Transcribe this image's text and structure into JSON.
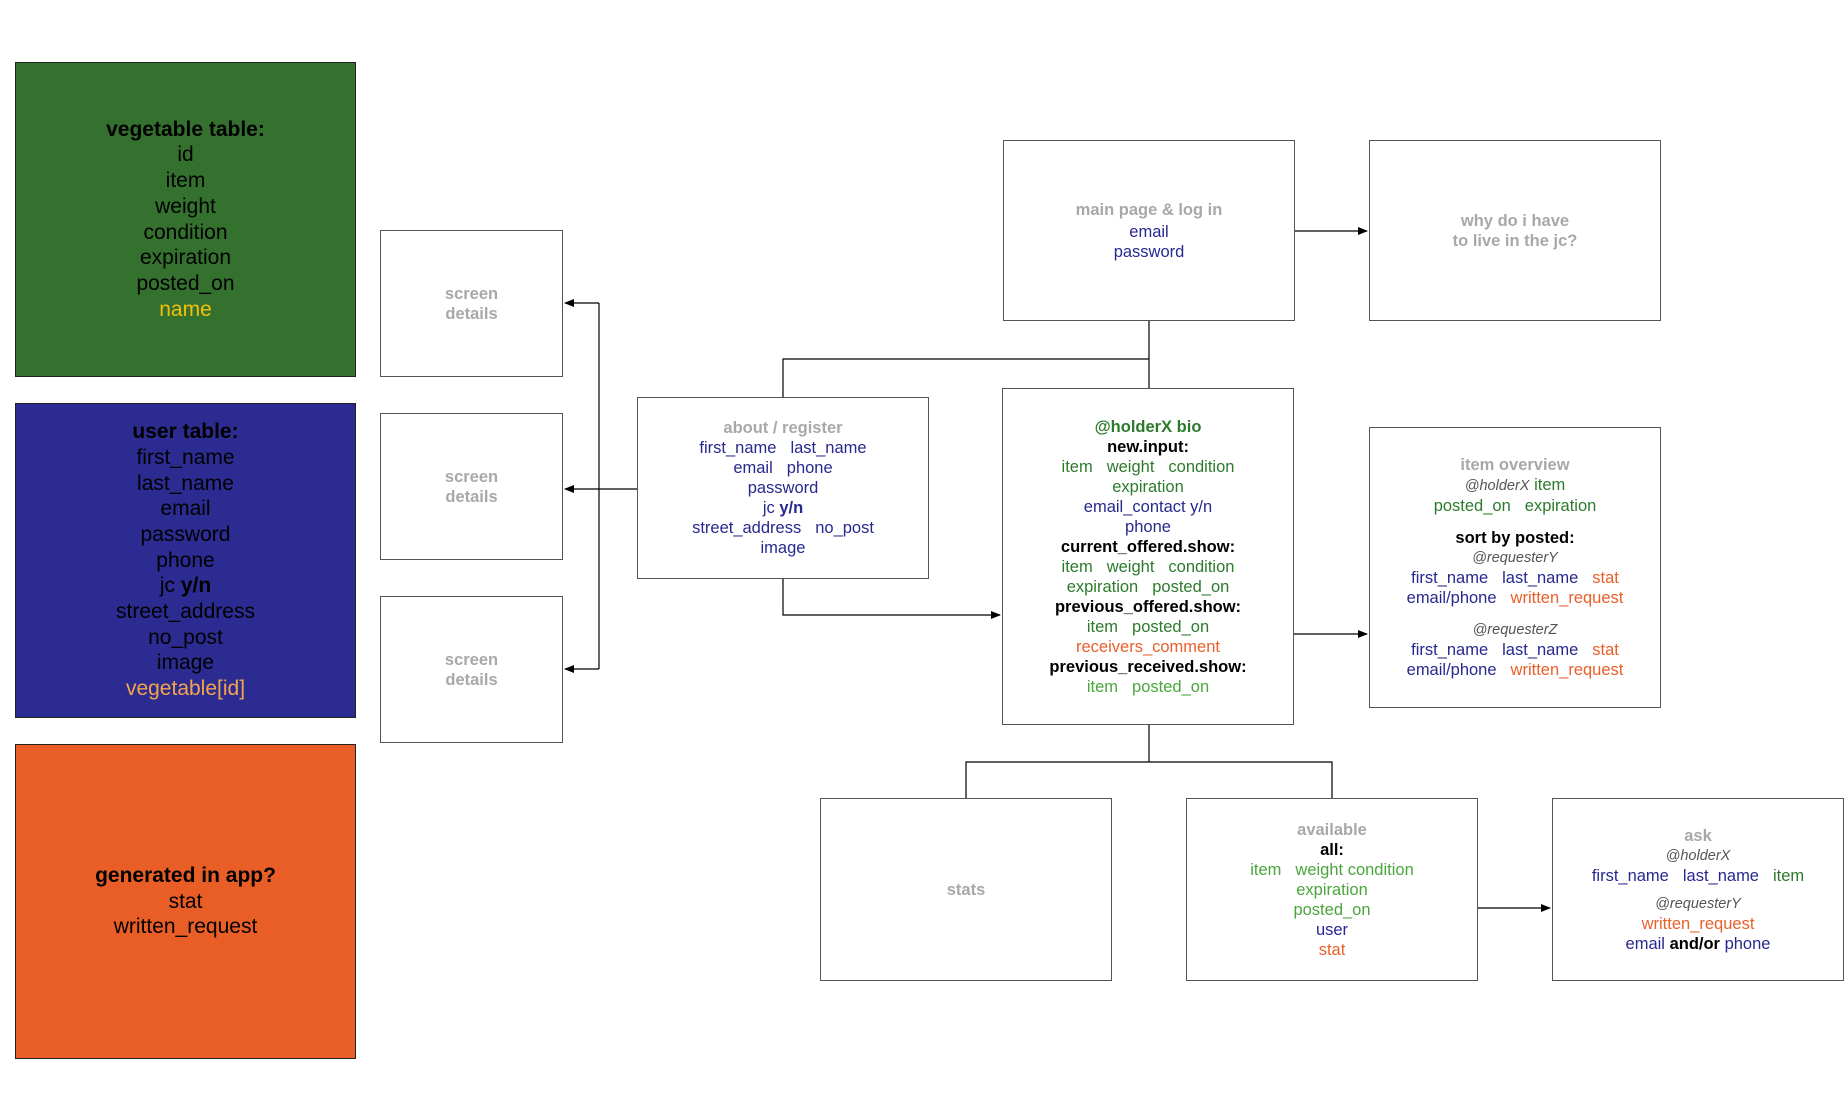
{
  "legend": {
    "vegetable": {
      "title": "vegetable table:",
      "fields": [
        "id",
        "item",
        "weight",
        "condition",
        "expiration",
        "posted_on"
      ],
      "extra": "name",
      "color": "#34712e"
    },
    "user": {
      "title": "user table:",
      "fields": [
        "first_name",
        "last_name",
        "email",
        "password",
        "phone"
      ],
      "jc": "jc",
      "jc_yn": "y/n",
      "fields2": [
        "street_address",
        "no_post",
        "image"
      ],
      "extra": "vegetable[id]",
      "color": "#2b2b91"
    },
    "generated": {
      "title": "generated in app?",
      "fields": [
        "stat",
        "written_request"
      ],
      "color": "#e95e26"
    }
  },
  "screens": [
    {
      "line1": "screen",
      "line2": "details"
    },
    {
      "line1": "screen",
      "line2": "details"
    },
    {
      "line1": "screen",
      "line2": "details"
    }
  ],
  "main": {
    "title": "main page & log in",
    "email": "email",
    "password": "password"
  },
  "why": {
    "line1": "why do i have",
    "line2": "to live in the jc?"
  },
  "about": {
    "title": "about / register",
    "first_name": "first_name",
    "last_name": "last_name",
    "email": "email",
    "phone": "phone",
    "password": "password",
    "jc": "jc",
    "jc_yn": "y/n",
    "street_address": "street_address",
    "no_post": "no_post",
    "image": "image"
  },
  "bio": {
    "title": "@holderX bio",
    "new_input": "new.input:",
    "item": "item",
    "weight": "weight",
    "condition": "condition",
    "expiration": "expiration",
    "email_contact": "email_contact y/n",
    "phone": "phone",
    "current": "current_offered.show:",
    "c_item": "item",
    "c_weight": "weight",
    "c_condition": "condition",
    "c_expiration": "expiration",
    "c_posted_on": "posted_on",
    "previous": "previous_offered.show:",
    "p_item": "item",
    "p_posted_on": "posted_on",
    "p_comment": "receivers_comment",
    "received": "previous_received.show:",
    "r_item": "item",
    "r_posted_on": "posted_on"
  },
  "overview": {
    "title": "item overview",
    "holder": "@holderX",
    "item": "item",
    "posted_on": "posted_on",
    "expiration": "expiration",
    "sort": "sort by posted:",
    "reqY": "@requesterY",
    "reqZ": "@requesterZ",
    "first_name": "first_name",
    "last_name": "last_name",
    "stat": "stat",
    "email_phone": "email/phone",
    "written_request": "written_request"
  },
  "stats": {
    "title": "stats"
  },
  "available": {
    "title": "available",
    "all": "all:",
    "item": "item",
    "weight": "weight",
    "condition": "condition",
    "expiration": "expiration",
    "posted_on": "posted_on",
    "user": "user",
    "stat": "stat"
  },
  "ask": {
    "title": "ask",
    "holder": "@holderX",
    "first_name": "first_name",
    "last_name": "last_name",
    "item": "item",
    "requester": "@requesterY",
    "written_request": "written_request",
    "email": "email",
    "andor": "and/or",
    "phone": "phone"
  }
}
